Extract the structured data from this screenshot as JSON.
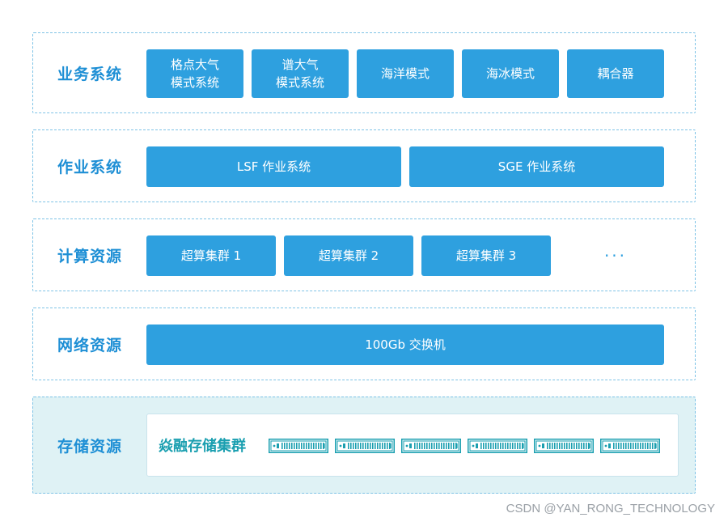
{
  "layers": [
    {
      "label": "业务系统",
      "boxes": [
        "格点大气\n模式系统",
        "谱大气\n模式系统",
        "海洋模式",
        "海冰模式",
        "耦合器"
      ]
    },
    {
      "label": "作业系统",
      "boxes": [
        "LSF 作业系统",
        "SGE 作业系统"
      ]
    },
    {
      "label": "计算资源",
      "boxes": [
        "超算集群 1",
        "超算集群 2",
        "超算集群 3"
      ],
      "more": "···"
    },
    {
      "label": "网络资源",
      "boxes": [
        "100Gb 交换机"
      ]
    },
    {
      "label": "存储资源",
      "storage_title": "焱融存储集群",
      "server_count": 6
    }
  ],
  "colors": {
    "box": "#2ea0df",
    "label": "#1e8fd5",
    "border": "#7ec3e6",
    "storage_bg": "#dff2f5",
    "storage_accent": "#1a9fb0"
  },
  "server_icon": "server-rack-icon",
  "watermark": "CSDN @YAN_RONG_TECHNOLOGY"
}
